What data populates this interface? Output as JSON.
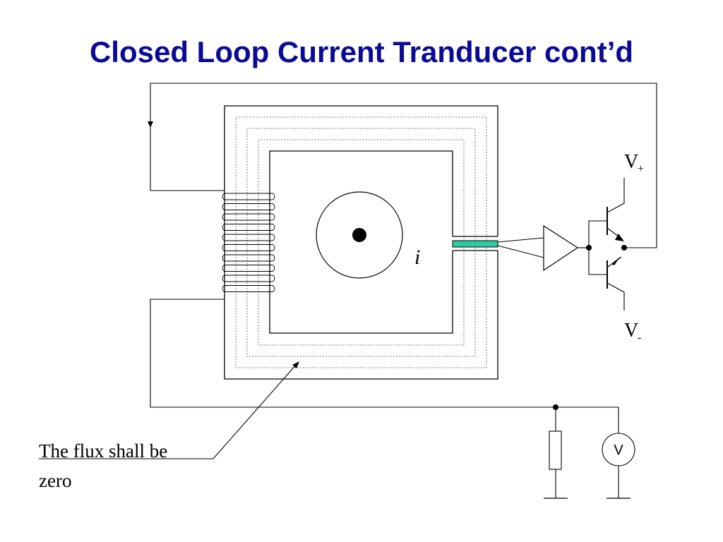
{
  "title": "Closed Loop Current Tranducer cont’d",
  "labels": {
    "v_plus_main": "V",
    "v_plus_sub": "+",
    "v_minus_main": "V",
    "v_minus_sub": "-",
    "current": "i",
    "voltmeter": "V"
  },
  "note": {
    "line1": "The flux shall be",
    "line2": "zero"
  },
  "colors": {
    "title": "#0a0a96",
    "hall_sensor": "#2ec9a0",
    "lines": "#000000"
  }
}
